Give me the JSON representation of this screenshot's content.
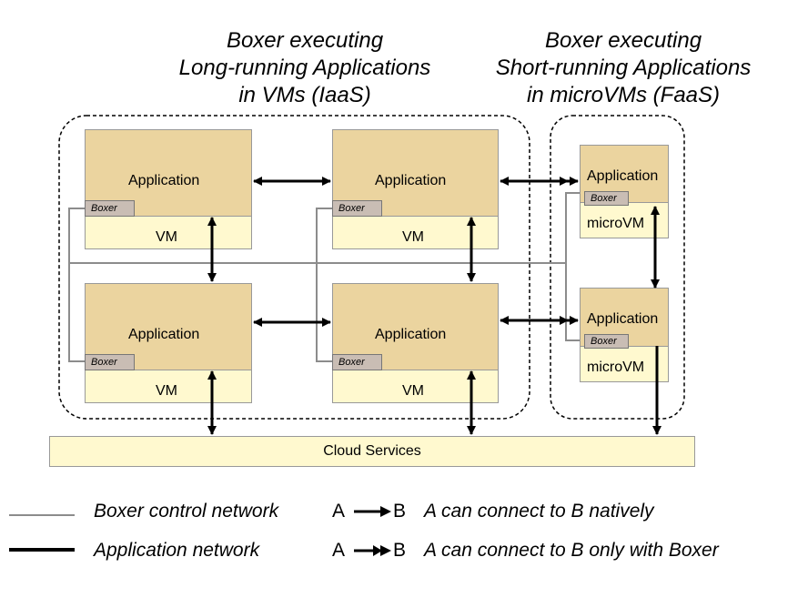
{
  "headings": {
    "iaas": [
      "Boxer executing",
      "Long-running Applications",
      "in VMs (IaaS)"
    ],
    "faas": [
      "Boxer executing",
      "Short-running Applications",
      "in microVMs (FaaS)"
    ]
  },
  "labels": {
    "application": "Application",
    "vm": "VM",
    "microvm": "microVM",
    "boxer": "Boxer",
    "cloud_services": "Cloud Services"
  },
  "legend": {
    "control_network": "Boxer control network",
    "application_network": "Application network",
    "native_from": "A",
    "native_to": "B",
    "native_desc": "A can connect to B natively",
    "boxer_from": "A",
    "boxer_to": "B",
    "boxer_desc": "A can connect to B only with Boxer"
  },
  "colors": {
    "application_fill": "#ebd49f",
    "vm_fill": "#fff9cf",
    "boxer_tab_fill": "#c9bdb4",
    "control_line": "#8c8c8c",
    "app_line": "#000000"
  }
}
